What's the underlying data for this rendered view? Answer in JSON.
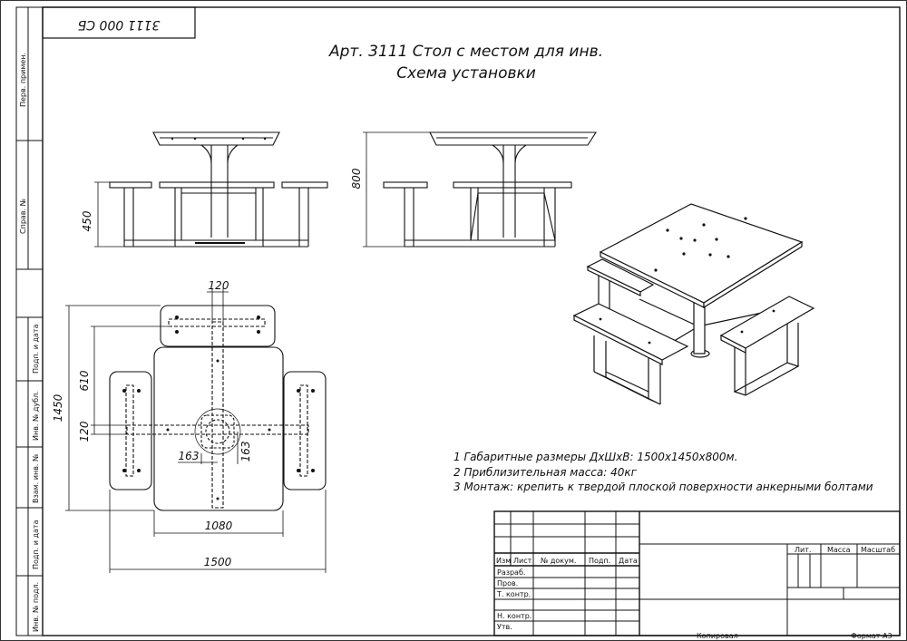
{
  "stamp_code": "3111 000 СБ",
  "title": {
    "line1": "Арт. 3111 Стол с местом для инв.",
    "line2": "Схема установки"
  },
  "side_labels": [
    "Перв. примен.",
    "Справ. №",
    "Подп. и дата",
    "Инв. № дубл.",
    "Взам. инв. №",
    "Подп. и дата",
    "Инв. № подл."
  ],
  "dimensions": {
    "seat_height": "450",
    "table_height": "800",
    "bench_offset": "120",
    "inner_length": "610",
    "total_length": "1450",
    "center_offset": "120",
    "hub_dim_a": "163",
    "hub_dim_b": "163",
    "table_width": "1080",
    "total_width": "1500"
  },
  "notes": [
    "1  Габаритные размеры ДхШхВ: 1500х1450х800м.",
    "2  Приблизительная масса: 40кг",
    "3  Монтаж: крепить к твердой плоской поверхности анкерными болтами"
  ],
  "title_block": {
    "columns": [
      "Изм",
      "Лист",
      "№ докум.",
      "Подп.",
      "Дата"
    ],
    "rows": [
      "Разраб.",
      "Пров.",
      "Т. контр.",
      "",
      "Н. контр.",
      "Утв."
    ],
    "lit_header": [
      "Лит.",
      "Масса",
      "Масштаб"
    ],
    "copied": "Копировал",
    "format": "Формат А3"
  }
}
